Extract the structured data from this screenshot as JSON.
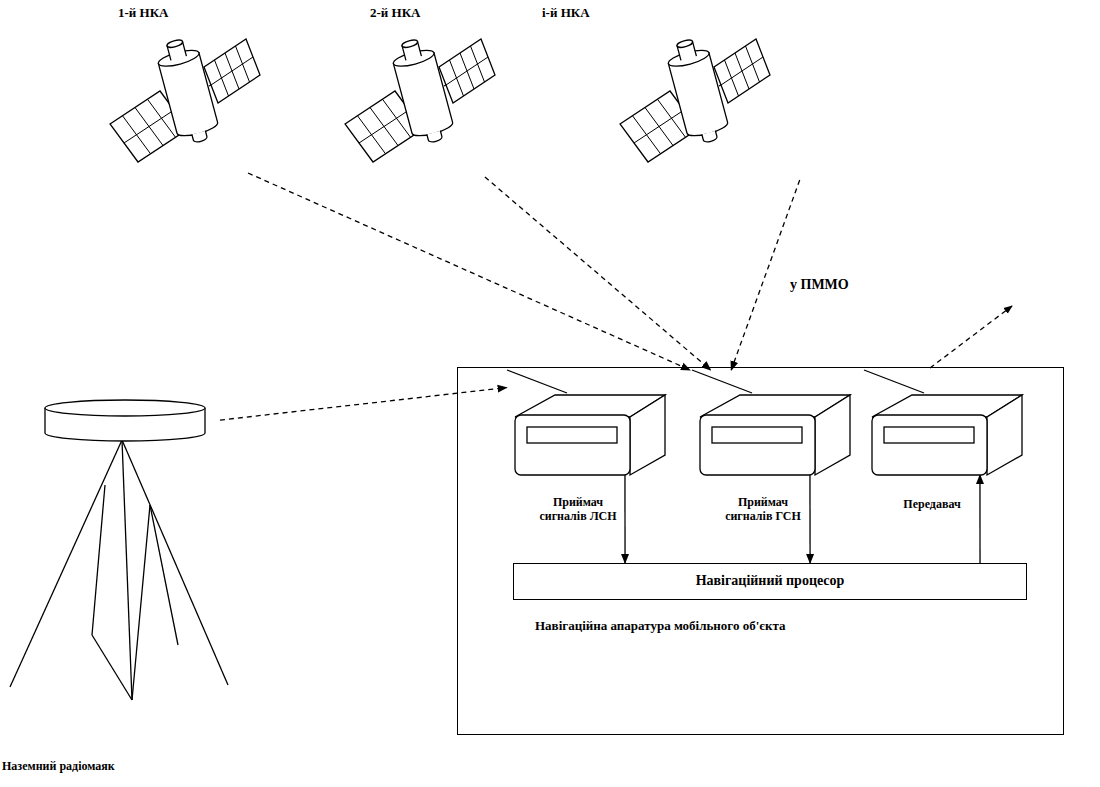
{
  "diagram": {
    "nodes": [
      {
        "text": [
          "1-й НКА"
        ]
      },
      {
        "text": [
          "2-й НКА"
        ]
      },
      {
        "text": [
          "і-й НКА"
        ]
      },
      {
        "text": [
          "Навігаційна апаратура мобільного об'єкта"
        ]
      },
      {
        "text": [
          "Приймач сигналів ЛСН"
        ],
        "in": 3
      },
      {
        "text": [
          "Приймач сигналів ГСН"
        ],
        "in": 3
      },
      {
        "text": [
          "Передавач"
        ],
        "in": 3
      },
      {
        "text": [
          "Навігаційний процесор"
        ],
        "in": 3
      },
      {
        "text": [
          "Наземний радіомаяк"
        ]
      }
    ],
    "edges": [
      {
        "from": 0,
        "to": 5,
        "arrow": "to"
      },
      {
        "from": 1,
        "to": 5,
        "arrow": "to"
      },
      {
        "from": 2,
        "to": 5,
        "arrow": "to"
      },
      {
        "from": 8,
        "to": 4,
        "arrow": "to"
      },
      {
        "from": 4,
        "to": 7,
        "arrow": "to"
      },
      {
        "from": 5,
        "to": 7,
        "arrow": "to"
      },
      {
        "from": 7,
        "to": 6,
        "arrow": "to"
      }
    ],
    "labels": [
      "у ПММО"
    ]
  }
}
